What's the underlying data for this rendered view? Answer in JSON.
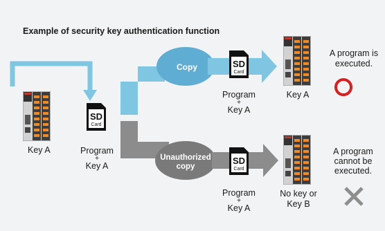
{
  "title": "Example of security key authentication function",
  "left_device": {
    "label": "Key A"
  },
  "left_card": {
    "line1": "Program",
    "line2": "+",
    "line3": "Key A",
    "sd_top": "SD",
    "sd_bottom": "Card"
  },
  "top_path": {
    "ellipse_label": "Copy",
    "card": {
      "line1": "Program",
      "line2": "+",
      "line3": "Key A",
      "sd_top": "SD",
      "sd_bottom": "Card"
    },
    "device_label": "Key A",
    "result_line1": "A program is",
    "result_line2": "executed.",
    "result_symbol": "circle-icon"
  },
  "bottom_path": {
    "ellipse_line1": "Unauthorized",
    "ellipse_line2": "copy",
    "card": {
      "line1": "Program",
      "line2": "+",
      "line3": "Key A",
      "sd_top": "SD",
      "sd_bottom": "Card"
    },
    "device_line1": "No key or",
    "device_line2": "Key B",
    "result_line1": "A program",
    "result_line2": "cannot be",
    "result_line3": "executed.",
    "result_symbol": "cross-icon"
  },
  "colors": {
    "copy_path": "#7fc6e2",
    "copy_ellipse": "#6ab4d6",
    "unauthorized_path": "#8c8c8c",
    "unauthorized_ellipse": "#7a7a7a",
    "ok_mark": "#d81e1e",
    "ng_mark": "#8e8e8e",
    "plc_body": "#cfcfcf",
    "plc_terminal": "#f08a24"
  }
}
